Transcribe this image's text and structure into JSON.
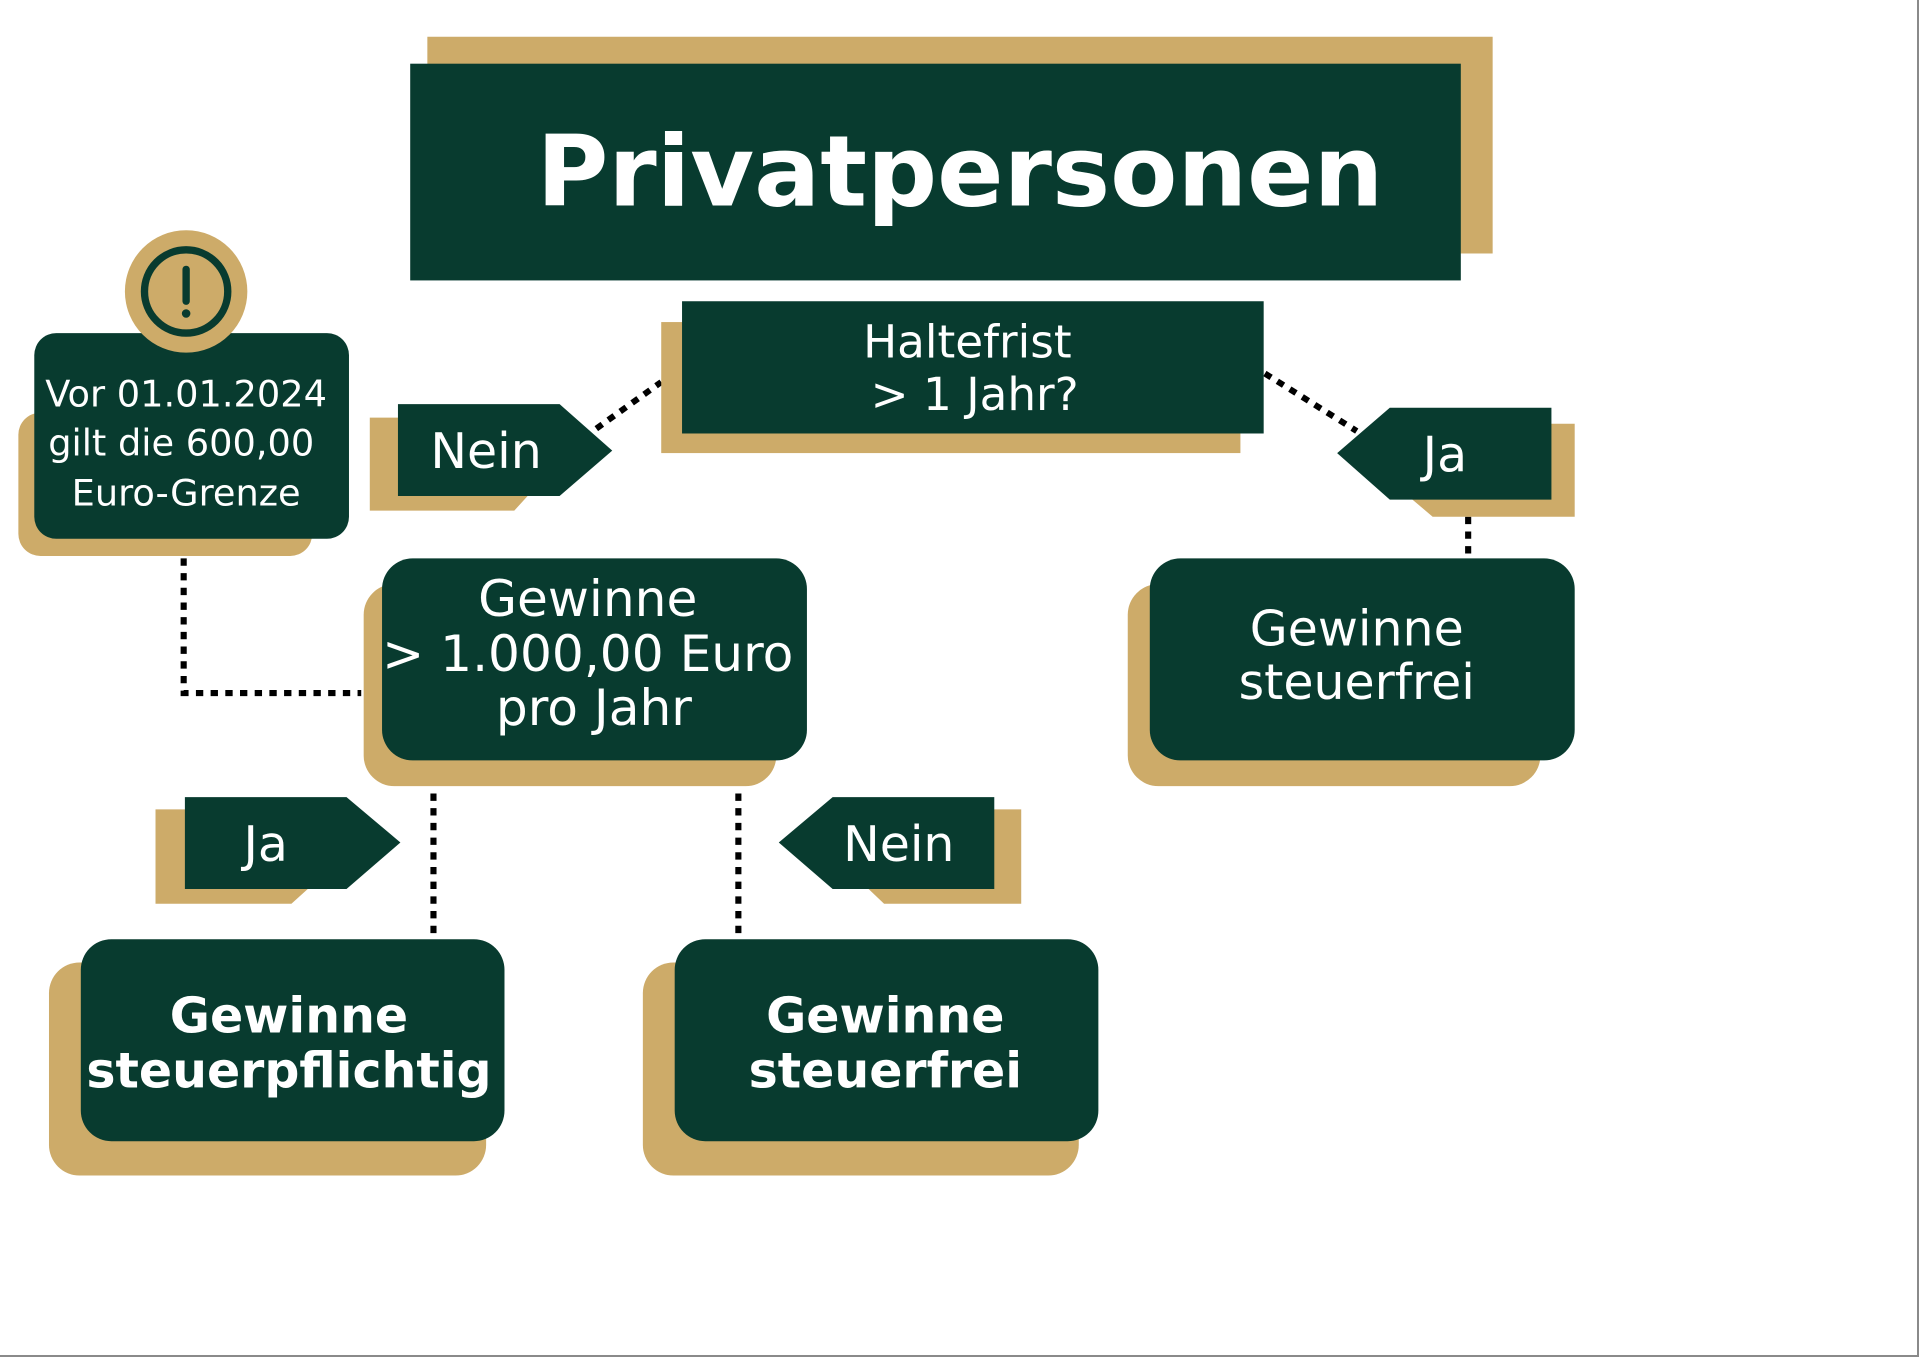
{
  "colors": {
    "dark_green": "#083b2f",
    "gold": "#cdab69",
    "connector": "#000000"
  },
  "title": "Privatpersonen",
  "question_holding": {
    "lines": [
      "Haltefrist",
      "> 1 Jahr?"
    ]
  },
  "label_no_top": "Nein",
  "label_yes_top": "Ja",
  "result_tax_free_right": {
    "lines": [
      "Gewinne",
      "steuerfrei"
    ]
  },
  "note": {
    "icon": "exclamation-circle-icon",
    "lines": [
      "Vor 01.01.2024",
      "gilt die 600,00",
      "Euro-Grenze"
    ]
  },
  "question_gains": {
    "lines": [
      "Gewinne",
      "> 1.000,00 Euro",
      "pro Jahr"
    ]
  },
  "label_yes_bottom": "Ja",
  "label_no_bottom": "Nein",
  "result_taxable": {
    "lines": [
      "Gewinne",
      "steuerpflichtig"
    ]
  },
  "result_tax_free_bottom": {
    "lines": [
      "Gewinne",
      "steuerfrei"
    ]
  }
}
